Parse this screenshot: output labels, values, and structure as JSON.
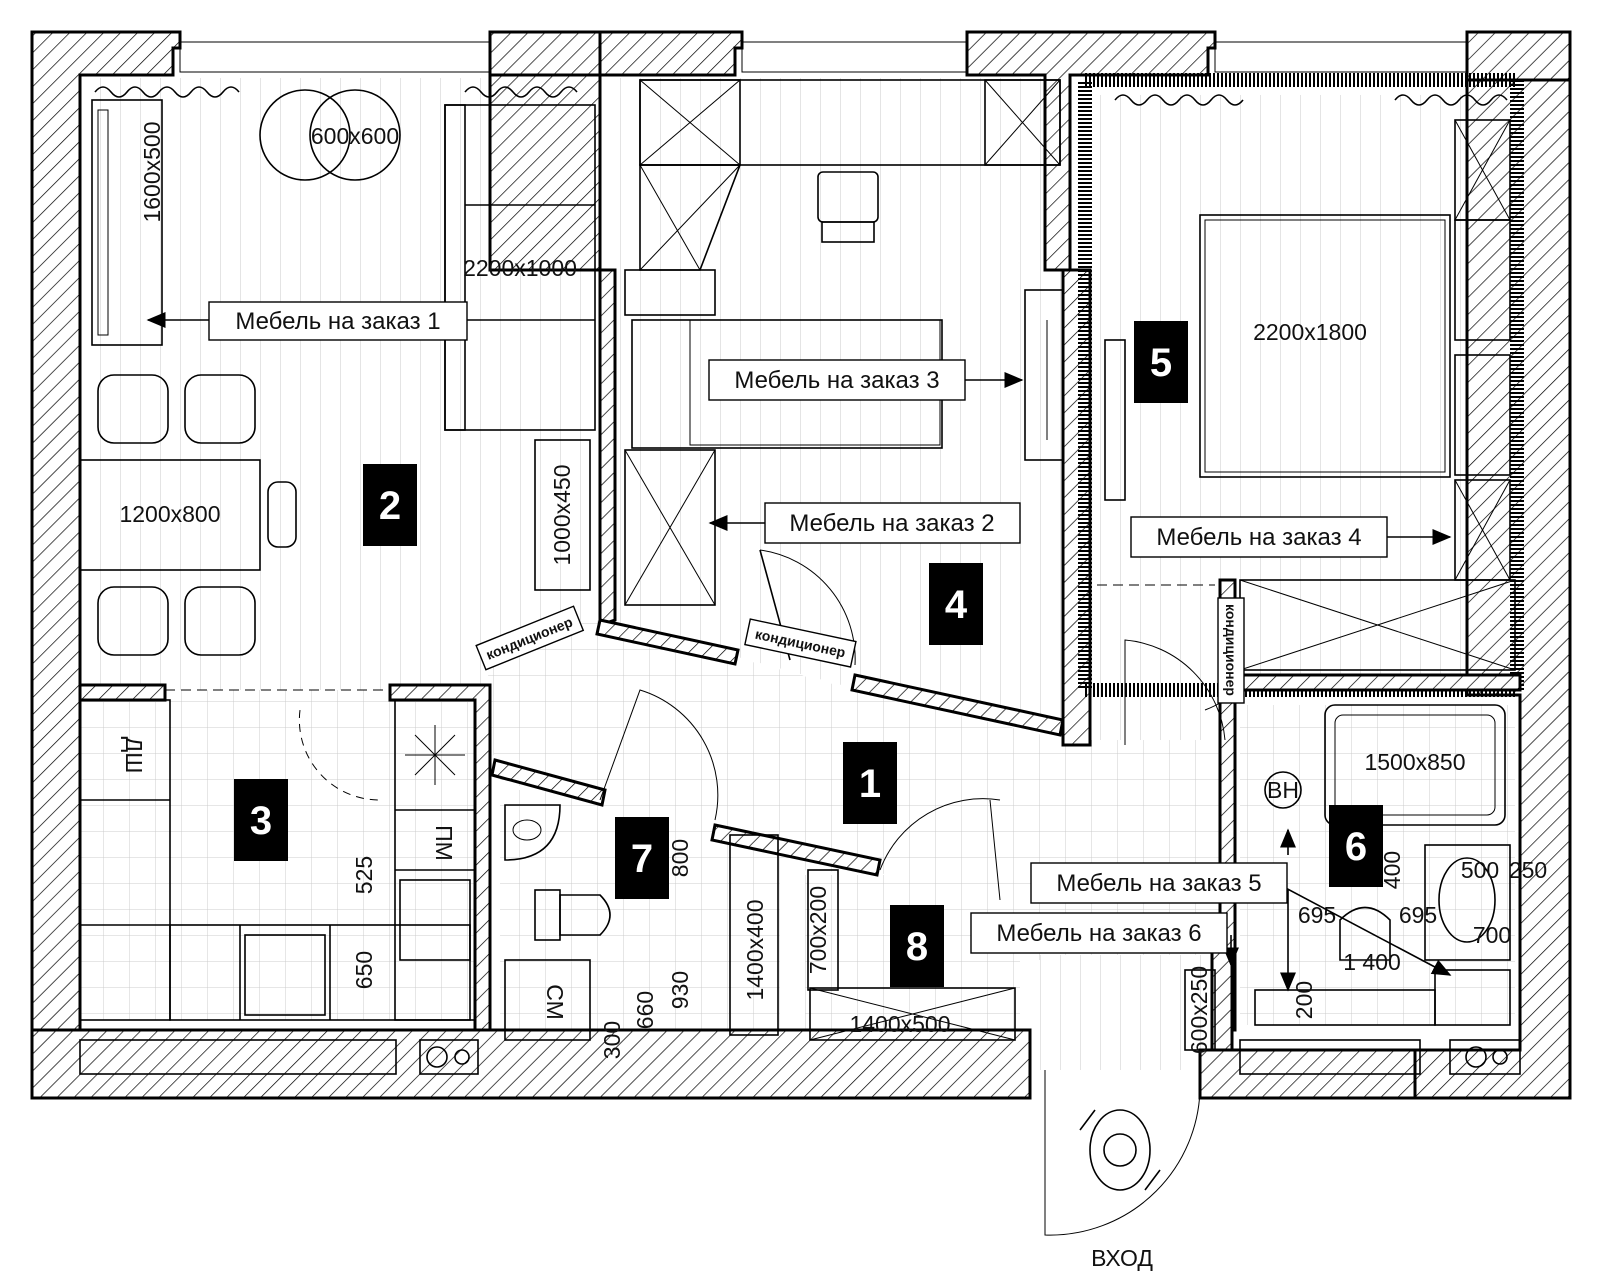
{
  "rooms": [
    {
      "id": "room-1",
      "number": "1"
    },
    {
      "id": "room-2",
      "number": "2"
    },
    {
      "id": "room-3",
      "number": "3"
    },
    {
      "id": "room-4",
      "number": "4"
    },
    {
      "id": "room-5",
      "number": "5"
    },
    {
      "id": "room-6",
      "number": "6"
    },
    {
      "id": "room-7",
      "number": "7"
    },
    {
      "id": "room-8",
      "number": "8"
    }
  ],
  "callouts": {
    "c1": "Мебель на заказ 1",
    "c2": "Мебель на заказ 2",
    "c3": "Мебель на заказ 3",
    "c4": "Мебель на заказ 4",
    "c5": "Мебель на заказ 5",
    "c6": "Мебель на заказ 6"
  },
  "dimensions": {
    "round_table": "600x600",
    "sofa": "2200x1000",
    "shelf_left": "1600x500",
    "dining_table": "1200x800",
    "cabinet_living": "1000x450",
    "bed": "2200x1800",
    "bath": "1500x850",
    "wardrobe_hall": "1400x400",
    "hall_shelf": "700x200",
    "hall_cabinet": "1400x500",
    "entry_cabinet": "600x250",
    "d525": "525",
    "d650": "650",
    "d800": "800",
    "d930": "930",
    "d660": "660",
    "d300": "300",
    "d400": "400",
    "d500": "500",
    "d250": "250",
    "d695a": "695",
    "d695b": "695",
    "d700": "700",
    "d1400": "1 400",
    "d200": "200"
  },
  "appliances": {
    "dishwasher": "ДШ",
    "washer_kitchen": "ПМ",
    "washing_machine": "СМ",
    "water_heater": "ВН"
  },
  "ac_labels": {
    "ac1": "кондиционер",
    "ac2": "кондиционер",
    "ac3": "кондиционер"
  },
  "entrance": "ВХОД"
}
